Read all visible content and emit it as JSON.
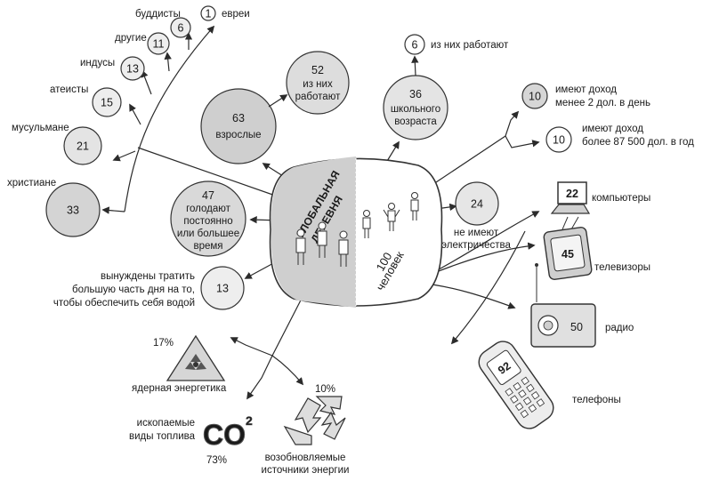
{
  "center": {
    "title_left": "ГЛОБАЛЬНАЯ ДЕРЕВНЯ",
    "title_left_l1": "ГЛОБАЛЬНАЯ",
    "title_left_l2": "ДЕРЕВНЯ",
    "title_right_l1": "100",
    "title_right_l2": "человек"
  },
  "religions": [
    {
      "label": "евреи",
      "value": "1"
    },
    {
      "label": "буддисты",
      "value": "6"
    },
    {
      "label": "другие",
      "value": "11"
    },
    {
      "label": "индусы",
      "value": "13"
    },
    {
      "label": "атеисты",
      "value": "15"
    },
    {
      "label": "мусульмане",
      "value": "21"
    },
    {
      "label": "христиане",
      "value": "33"
    }
  ],
  "adults": {
    "value": "63",
    "label": "взрослые",
    "working_value": "52",
    "working_l1": "из них",
    "working_l2": "работают"
  },
  "school": {
    "value": "36",
    "l1": "школьного",
    "l2": "возраста",
    "working_value": "6",
    "working_label": "из них работают"
  },
  "income": [
    {
      "value": "10",
      "l1": "имеют доход",
      "l2": "менее 2 дол. в день"
    },
    {
      "value": "10",
      "l1": "имеют доход",
      "l2": "более 87 500 дол. в год"
    }
  ],
  "hunger": {
    "value": "47",
    "l1": "голодают",
    "l2": "постоянно",
    "l3": "или большее",
    "l4": "время"
  },
  "water": {
    "value": "13",
    "l1": "вынуждены тратить",
    "l2": "большую часть дня на то,",
    "l3": "чтобы обеспечить себя водой"
  },
  "electricity": {
    "value": "24",
    "l1": "не имеют",
    "l2": "электричества"
  },
  "devices": [
    {
      "label": "компьютеры",
      "value": "22"
    },
    {
      "label": "телевизоры",
      "value": "45"
    },
    {
      "label": "радио",
      "value": "50"
    },
    {
      "label": "телефоны",
      "value": "92"
    }
  ],
  "energy": {
    "nuclear": {
      "percent": "17%",
      "label": "ядерная энергетика"
    },
    "fossil": {
      "percent": "73%",
      "l1": "ископаемые",
      "l2": "виды топлива",
      "symbol": "CO",
      "symbol_sup": "2"
    },
    "renewable": {
      "percent": "10%",
      "l1": "возобновляемые",
      "l2": "источники энергии"
    }
  },
  "colors": {
    "circle_fill": "#d9d9d9",
    "circle_light": "#eeeeee",
    "center_fill": "#cfcfcf"
  }
}
